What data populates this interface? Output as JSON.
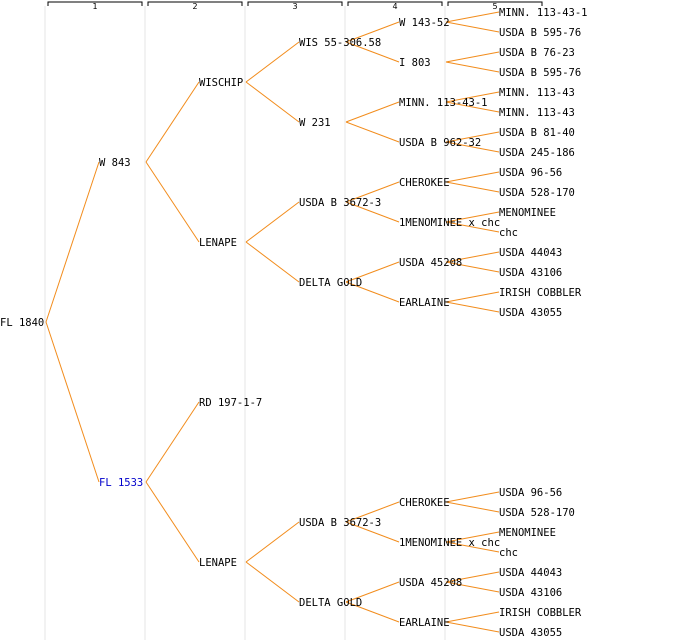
{
  "column_labels": [
    "1",
    "2",
    "3",
    "4",
    "5"
  ],
  "colors": {
    "edge": "#f28c1c",
    "text": "#000000",
    "highlight": "#0000cc",
    "guide": "#e4e4e4"
  },
  "tree": {
    "label": "FL 1840",
    "children": [
      {
        "label": "W 843",
        "children": [
          {
            "label": "WISCHIP",
            "children": [
              {
                "label": "WIS 55-306.58",
                "children": [
                  {
                    "label": "W 143-52",
                    "children": [
                      {
                        "label": "MINN. 113-43-1"
                      },
                      {
                        "label": "USDA B 595-76"
                      }
                    ]
                  },
                  {
                    "label": "I 803",
                    "children": [
                      {
                        "label": "USDA B 76-23"
                      },
                      {
                        "label": "USDA B 595-76"
                      }
                    ]
                  }
                ]
              },
              {
                "label": "W 231",
                "children": [
                  {
                    "label": "MINN. 113-43-1",
                    "children": [
                      {
                        "label": "MINN. 113-43"
                      },
                      {
                        "label": "MINN. 113-43"
                      }
                    ]
                  },
                  {
                    "label": "USDA B 962-32",
                    "children": [
                      {
                        "label": "USDA B 81-40"
                      },
                      {
                        "label": "USDA 245-186"
                      }
                    ]
                  }
                ]
              }
            ]
          },
          {
            "label": "LENAPE",
            "children": [
              {
                "label": "USDA B 3672-3",
                "children": [
                  {
                    "label": "CHEROKEE",
                    "children": [
                      {
                        "label": "USDA 96-56"
                      },
                      {
                        "label": "USDA 528-170"
                      }
                    ]
                  },
                  {
                    "label": "1MENOMINEE x chc",
                    "children": [
                      {
                        "label": "MENOMINEE"
                      },
                      {
                        "label": "chc"
                      }
                    ]
                  }
                ]
              },
              {
                "label": "DELTA GOLD",
                "children": [
                  {
                    "label": "USDA 45208",
                    "children": [
                      {
                        "label": "USDA 44043"
                      },
                      {
                        "label": "USDA 43106"
                      }
                    ]
                  },
                  {
                    "label": "EARLAINE",
                    "children": [
                      {
                        "label": "IRISH COBBLER"
                      },
                      {
                        "label": "USDA 43055"
                      }
                    ]
                  }
                ]
              }
            ]
          }
        ]
      },
      {
        "label": "FL 1533",
        "highlight": true,
        "children": [
          {
            "label": "RD 197-1-7"
          },
          {
            "label": "LENAPE",
            "children": [
              {
                "label": "USDA B 3672-3",
                "children": [
                  {
                    "label": "CHEROKEE",
                    "children": [
                      {
                        "label": "USDA 96-56"
                      },
                      {
                        "label": "USDA 528-170"
                      }
                    ]
                  },
                  {
                    "label": "1MENOMINEE x chc",
                    "children": [
                      {
                        "label": "MENOMINEE"
                      },
                      {
                        "label": "chc"
                      }
                    ]
                  }
                ]
              },
              {
                "label": "DELTA GOLD",
                "children": [
                  {
                    "label": "USDA 45208",
                    "children": [
                      {
                        "label": "USDA 44043"
                      },
                      {
                        "label": "USDA 43106"
                      }
                    ]
                  },
                  {
                    "label": "EARLAINE",
                    "children": [
                      {
                        "label": "IRISH COBBLER"
                      },
                      {
                        "label": "USDA 43055"
                      }
                    ]
                  }
                ]
              }
            ]
          }
        ]
      }
    ]
  }
}
